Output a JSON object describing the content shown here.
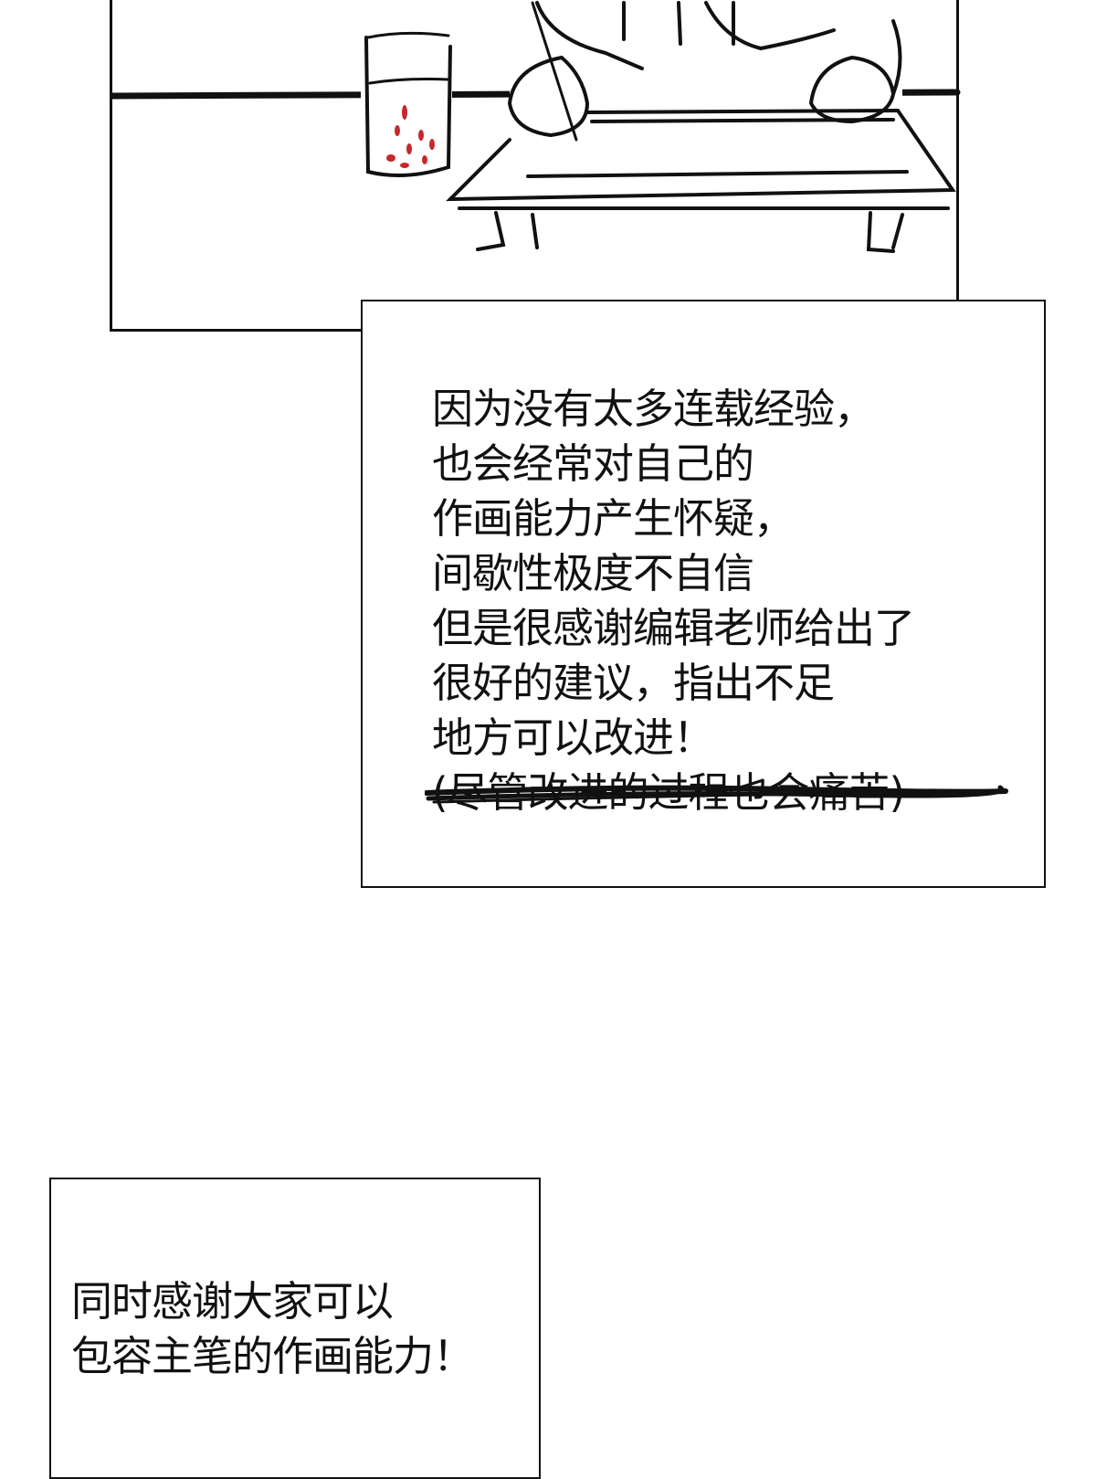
{
  "caption_1": {
    "lines": [
      "因为没有太多连载经验，",
      "也会经常对自己的",
      "作画能力产生怀疑，",
      "间歇性极度不自信",
      "但是很感谢编辑老师给出了",
      "很好的建议，指出不足",
      "地方可以改进！"
    ],
    "struck_line": "(尽管改进的过程也会痛苦)"
  },
  "caption_2": {
    "lines": [
      "同时感谢大家可以",
      "包容主笔的作画能力！"
    ]
  },
  "colors": {
    "ink": "#111111",
    "berries": "#c8282a"
  }
}
